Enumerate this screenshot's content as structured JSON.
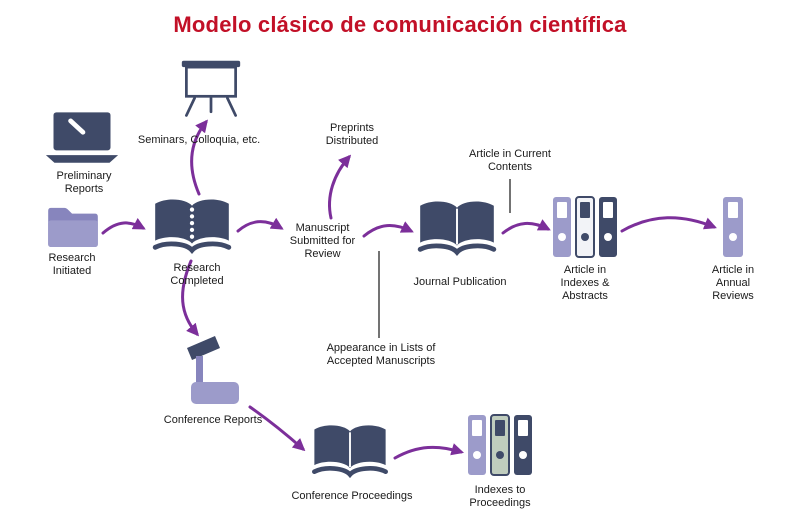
{
  "title": "Modelo clásico de comunicación científica",
  "nodes": {
    "preliminary_reports": {
      "label": "Preliminary Reports",
      "icon": "laptop-icon"
    },
    "research_initiated": {
      "label": "Research Initiated",
      "icon": "folder-icon"
    },
    "seminars": {
      "label": "Seminars, Colloquia, etc.",
      "icon": "presentation-board-icon"
    },
    "research_completed": {
      "label": "Research Completed",
      "icon": "open-book-spiral-icon"
    },
    "manuscript_submitted": {
      "label": "Manuscript Submitted for Review"
    },
    "preprints_distributed": {
      "label": "Preprints Distributed"
    },
    "journal_publication": {
      "label": "Journal Publication",
      "icon": "open-book-icon"
    },
    "article_current_contents": {
      "label": "Article in Current Contents"
    },
    "article_indexes_abstracts": {
      "label": "Article in Indexes & Abstracts",
      "icon": "binders-trio-icon"
    },
    "article_annual_reviews": {
      "label": "Article in Annual Reviews",
      "icon": "binder-icon"
    },
    "appearance_lists": {
      "label": "Appearance in Lists of Accepted Manuscripts"
    },
    "conference_reports": {
      "label": "Conference Reports",
      "icon": "lectern-icon"
    },
    "conference_proceedings": {
      "label": "Conference Proceedings",
      "icon": "open-book-icon"
    },
    "indexes_proceedings": {
      "label": "Indexes to Proceedings",
      "icon": "binders-trio-icon"
    }
  },
  "edges": [
    {
      "from": "research_initiated",
      "to": "research_completed",
      "style": "arrow"
    },
    {
      "from": "research_completed",
      "to": "seminars",
      "style": "arrow"
    },
    {
      "from": "research_completed",
      "to": "manuscript_submitted",
      "style": "arrow"
    },
    {
      "from": "manuscript_submitted",
      "to": "preprints_distributed",
      "style": "arrow"
    },
    {
      "from": "manuscript_submitted",
      "to": "journal_publication",
      "style": "arrow"
    },
    {
      "from": "journal_publication",
      "to": "article_indexes_abstracts",
      "style": "arrow"
    },
    {
      "from": "article_indexes_abstracts",
      "to": "article_annual_reviews",
      "style": "arrow"
    },
    {
      "from": "research_completed",
      "to": "conference_reports",
      "style": "arrow"
    },
    {
      "from": "conference_reports",
      "to": "conference_proceedings",
      "style": "arrow"
    },
    {
      "from": "conference_proceedings",
      "to": "indexes_proceedings",
      "style": "arrow"
    },
    {
      "from": "article_current_contents",
      "to": "journal_publication",
      "style": "line"
    },
    {
      "from": "appearance_lists",
      "to": "manuscript_submitted",
      "style": "line"
    }
  ],
  "colors": {
    "title": "#c21027",
    "navy": "#3f4a68",
    "lavender": "#9c9bca",
    "lavenderDark": "#8785bd",
    "sage": "#c0cdbe",
    "arrow": "#7c2f9a",
    "line": "#444444",
    "text": "#1a1a1a"
  }
}
